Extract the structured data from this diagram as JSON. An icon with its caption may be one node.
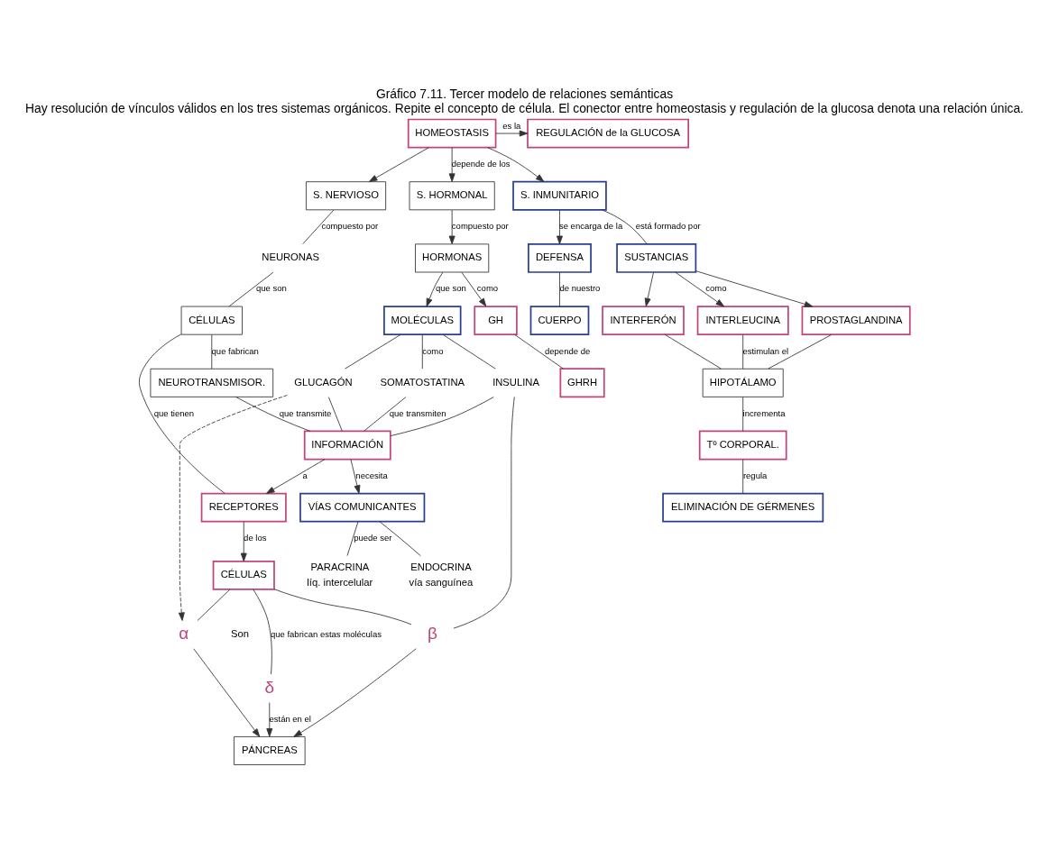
{
  "diagram": {
    "title": "Gráfico 7.11. Tercer modelo de relaciones semánticas",
    "caption": "Hay resolución de vínculos válidos en los tres sistemas orgánicos. Repite el concepto de célula. El conector entre homeostasis y regulación de la glucosa denota una relación única.",
    "nodes": [
      {
        "text": [
          "HOMEOSTASIS"
        ]
      },
      {
        "text": [
          "REGULACIÓN de la GLUCOSA"
        ]
      },
      {
        "text": [
          "S. NERVIOSO"
        ]
      },
      {
        "text": [
          "S. HORMONAL"
        ]
      },
      {
        "text": [
          "S. INMUNITARIO"
        ]
      },
      {
        "text": [
          "NEURONAS"
        ]
      },
      {
        "text": [
          "CÉLULAS"
        ]
      },
      {
        "text": [
          "NEUROTRANSMISOR."
        ]
      },
      {
        "text": [
          "GH"
        ]
      },
      {
        "text": [
          "HORMONAS"
        ]
      },
      {
        "text": [
          "GHRH"
        ]
      },
      {
        "text": [
          "MOLÉCULAS"
        ]
      },
      {
        "text": [
          "GLUCAGÓN"
        ]
      },
      {
        "text": [
          "SOMATOSTATINA"
        ]
      },
      {
        "text": [
          "INSULINA"
        ]
      },
      {
        "text": [
          "INFORMACIÓN"
        ]
      },
      {
        "text": [
          "RECEPTORES"
        ]
      },
      {
        "text": [
          "CÉLULAS"
        ]
      },
      {
        "text": [
          "α"
        ]
      },
      {
        "text": [
          "δ"
        ]
      },
      {
        "text": [
          "β"
        ]
      },
      {
        "text": [
          "PÁNCREAS"
        ]
      },
      {
        "text": [
          "DEFENSA"
        ]
      },
      {
        "text": [
          "SUSTANCIAS"
        ]
      },
      {
        "text": [
          "CUERPO"
        ]
      },
      {
        "text": [
          "INTERFERÓN"
        ]
      },
      {
        "text": [
          "INTERLEUCINA"
        ]
      },
      {
        "text": [
          "PROSTAGLANDINA"
        ]
      },
      {
        "text": [
          "HIPOTÁLAMO"
        ]
      },
      {
        "text": [
          "Tº CORPORAL."
        ]
      },
      {
        "text": [
          "ELIMINACIÓN DE GÉRMENES"
        ]
      },
      {
        "text": [
          "VÍAS COMUNICANTES"
        ]
      },
      {
        "text": [
          "ENDOCRINA"
        ],
        "beside": [
          "vía sanguínea"
        ]
      },
      {
        "text": [
          "PARACRINA"
        ],
        "beside": [
          "líq. intercelular"
        ]
      }
    ],
    "edges": [
      {
        "from": 0,
        "to": 1,
        "arrow": "to",
        "label": "es la"
      },
      {
        "from": 0,
        "to": 2,
        "arrow": "to"
      },
      {
        "from": 0,
        "to": 3,
        "arrow": "to",
        "label": "depende de los"
      },
      {
        "from": 0,
        "to": 4,
        "arrow": "to"
      },
      {
        "from": 2,
        "to": 5,
        "arrow": "none",
        "label": "compuesto por"
      },
      {
        "from": 5,
        "to": 6,
        "arrow": "none",
        "label": "que son"
      },
      {
        "from": 6,
        "to": 7,
        "arrow": "none",
        "label": "que fabrican"
      },
      {
        "from": 7,
        "to": 15,
        "arrow": "none",
        "label": "que transmite"
      },
      {
        "from": 6,
        "to": 16,
        "arrow": "none",
        "label": "que tienen"
      },
      {
        "from": 3,
        "to": 9,
        "arrow": "to",
        "label": "compuesto por"
      },
      {
        "from": 9,
        "to": 8,
        "arrow": "to",
        "label": "como"
      },
      {
        "from": 8,
        "to": 10,
        "arrow": "none",
        "label": "depende de"
      },
      {
        "from": 9,
        "to": 11,
        "arrow": "to",
        "label": "que son"
      },
      {
        "from": 11,
        "to": 12,
        "arrow": "none"
      },
      {
        "from": 11,
        "to": 13,
        "arrow": "none",
        "label": "como"
      },
      {
        "from": 11,
        "to": 14,
        "arrow": "none"
      },
      {
        "from": 12,
        "to": 15,
        "arrow": "none"
      },
      {
        "from": 13,
        "to": 15,
        "arrow": "none",
        "label": "que transmiten"
      },
      {
        "from": 14,
        "to": 15,
        "arrow": "none"
      },
      {
        "from": 12,
        "to": 18,
        "arrow": "to",
        "style": "dashed"
      },
      {
        "from": 14,
        "to": 20,
        "arrow": "none"
      },
      {
        "from": 15,
        "to": 16,
        "arrow": "to",
        "label": "a"
      },
      {
        "from": 15,
        "to": 31,
        "arrow": "to",
        "label": "necesita"
      },
      {
        "from": 16,
        "to": 17,
        "arrow": "to",
        "label": "de los"
      },
      {
        "from": 17,
        "to": 18,
        "arrow": "none"
      },
      {
        "from": 17,
        "to": 19,
        "arrow": "none",
        "label": "que fabrican estas moléculas"
      },
      {
        "from": 17,
        "to": 20,
        "arrow": "none"
      },
      {
        "from": 18,
        "to": 21,
        "arrow": "to"
      },
      {
        "from": 19,
        "to": 21,
        "arrow": "to",
        "label": "están en el"
      },
      {
        "from": 20,
        "to": 21,
        "arrow": "to"
      },
      {
        "from": 4,
        "to": 23,
        "arrow": "none",
        "label": "está formado por"
      },
      {
        "from": 4,
        "to": 22,
        "arrow": "to",
        "label": "se encarga de la"
      },
      {
        "from": 22,
        "to": 24,
        "arrow": "none",
        "label": "de nuestro"
      },
      {
        "from": 23,
        "to": 25,
        "arrow": "to"
      },
      {
        "from": 23,
        "to": 26,
        "arrow": "to",
        "label": "como"
      },
      {
        "from": 23,
        "to": 27,
        "arrow": "to"
      },
      {
        "from": 25,
        "to": 28,
        "arrow": "none"
      },
      {
        "from": 26,
        "to": 28,
        "arrow": "none",
        "label": "estimulan el"
      },
      {
        "from": 27,
        "to": 28,
        "arrow": "none"
      },
      {
        "from": 28,
        "to": 29,
        "arrow": "none",
        "label": "incrementa"
      },
      {
        "from": 29,
        "to": 30,
        "arrow": "none",
        "label": "regula"
      },
      {
        "from": 31,
        "to": 32,
        "arrow": "none"
      },
      {
        "from": 31,
        "to": 33,
        "arrow": "none",
        "label": "puede ser"
      }
    ],
    "labels": [
      "Son"
    ]
  }
}
